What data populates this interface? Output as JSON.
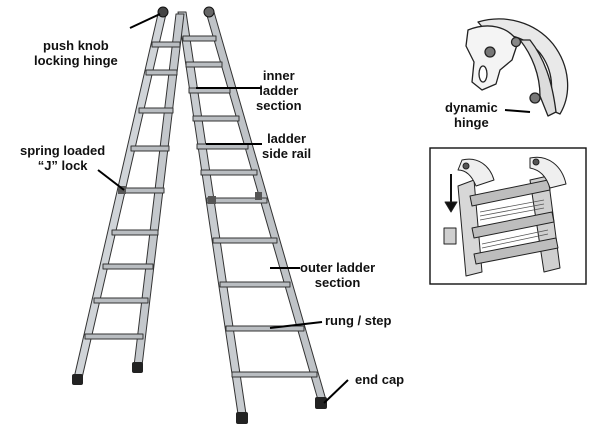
{
  "labels": {
    "push_knob": [
      "push knob",
      "locking hinge"
    ],
    "inner_section": [
      "inner",
      "ladder",
      "section"
    ],
    "side_rail": [
      "ladder",
      "side rail"
    ],
    "spring_lock": [
      "spring loaded",
      "“J” lock"
    ],
    "outer_section": [
      "outer ladder",
      "section"
    ],
    "rung": [
      "rung / step"
    ],
    "end_cap": [
      "end cap"
    ],
    "dynamic_hinge": [
      "dynamic",
      "hinge"
    ]
  },
  "colors": {
    "rail": "#c4c8cc",
    "rail_dark": "#6e7378",
    "outline": "#1a1a1a",
    "foot": "#222222",
    "leader": "#000000"
  }
}
